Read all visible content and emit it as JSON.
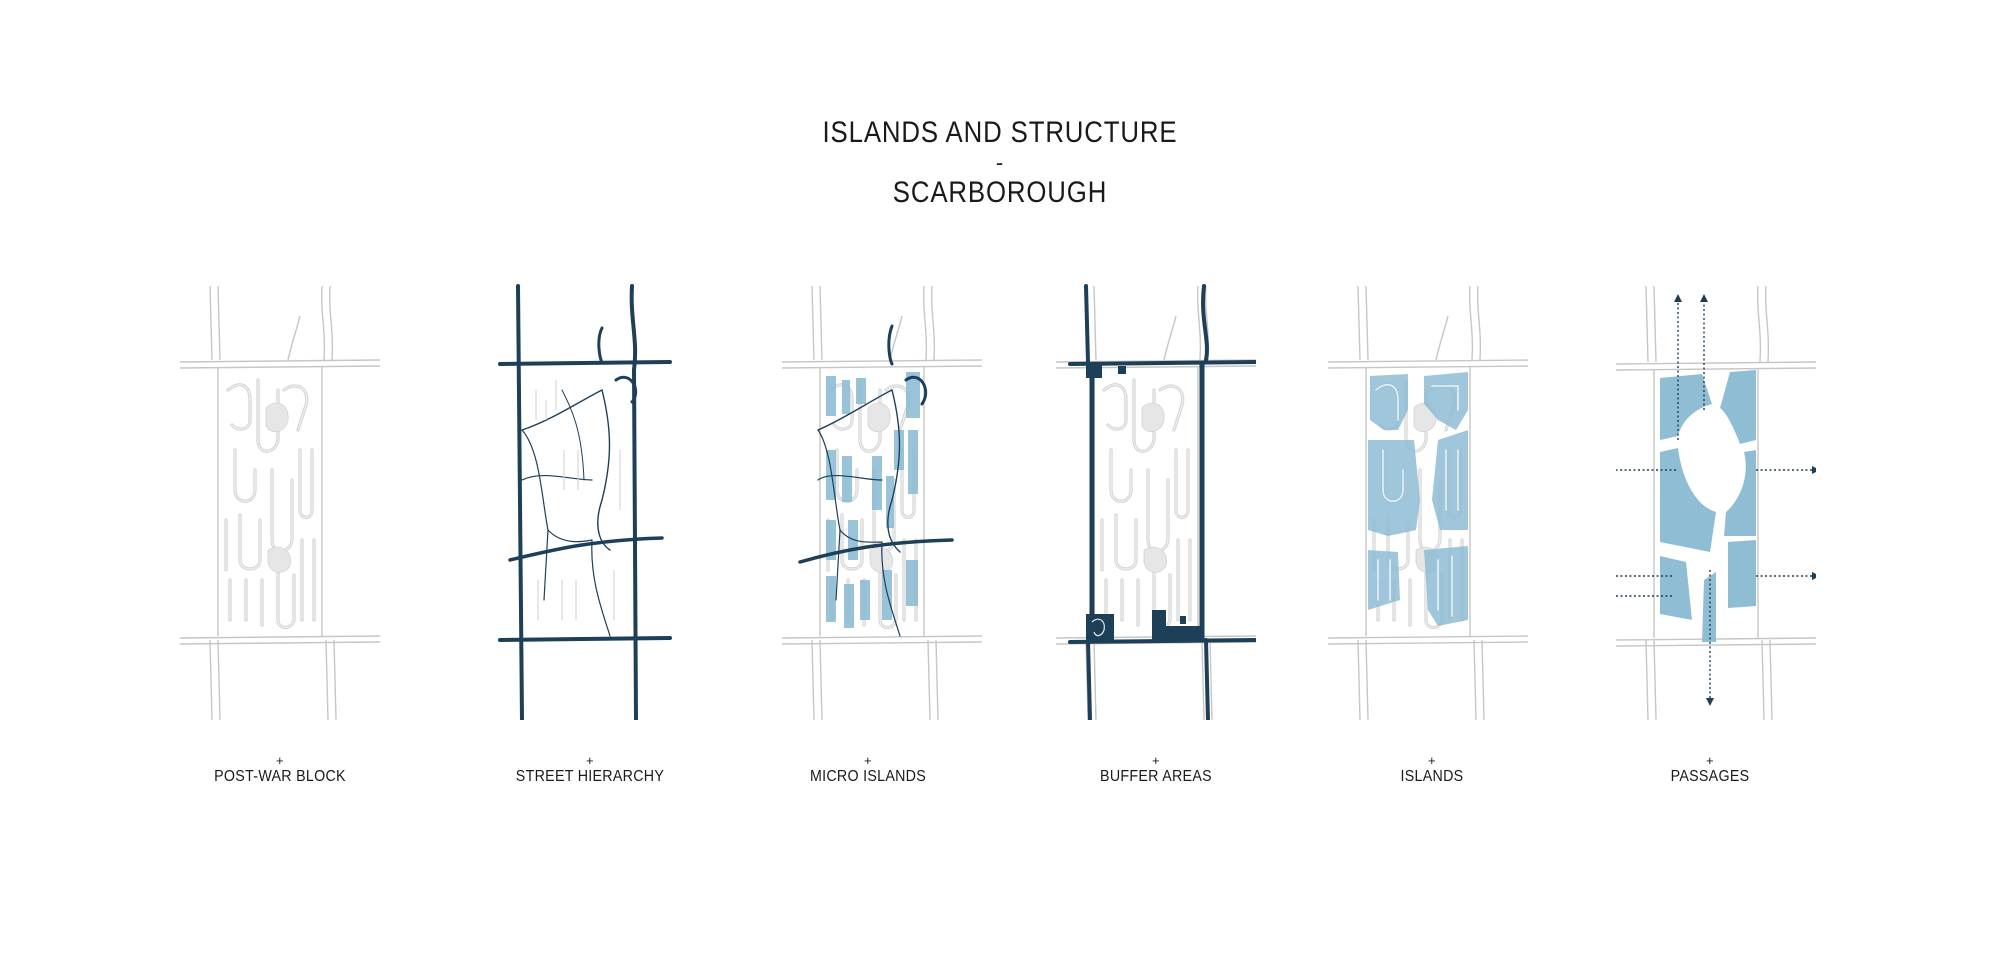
{
  "title": {
    "line1": "ISLANDS AND STRUCTURE",
    "dash": "-",
    "line2": "SCARBOROUGH"
  },
  "colors": {
    "road_light": "#c8c8c8",
    "road_fill": "#ececec",
    "street_dark": "#1d3f58",
    "island_blue": "#8fbdd4",
    "arrow": "#1d3f58"
  },
  "panels": [
    {
      "id": "post-war-block",
      "plus": "+",
      "label": "POST-WAR BLOCK"
    },
    {
      "id": "street-hierarchy",
      "plus": "+",
      "label": "STREET HIERARCHY"
    },
    {
      "id": "micro-islands",
      "plus": "+",
      "label": "MICRO ISLANDS"
    },
    {
      "id": "buffer-areas",
      "plus": "+",
      "label": "BUFFER AREAS"
    },
    {
      "id": "islands",
      "plus": "+",
      "label": "ISLANDS"
    },
    {
      "id": "passages",
      "plus": "+",
      "label": "PASSAGES"
    }
  ]
}
